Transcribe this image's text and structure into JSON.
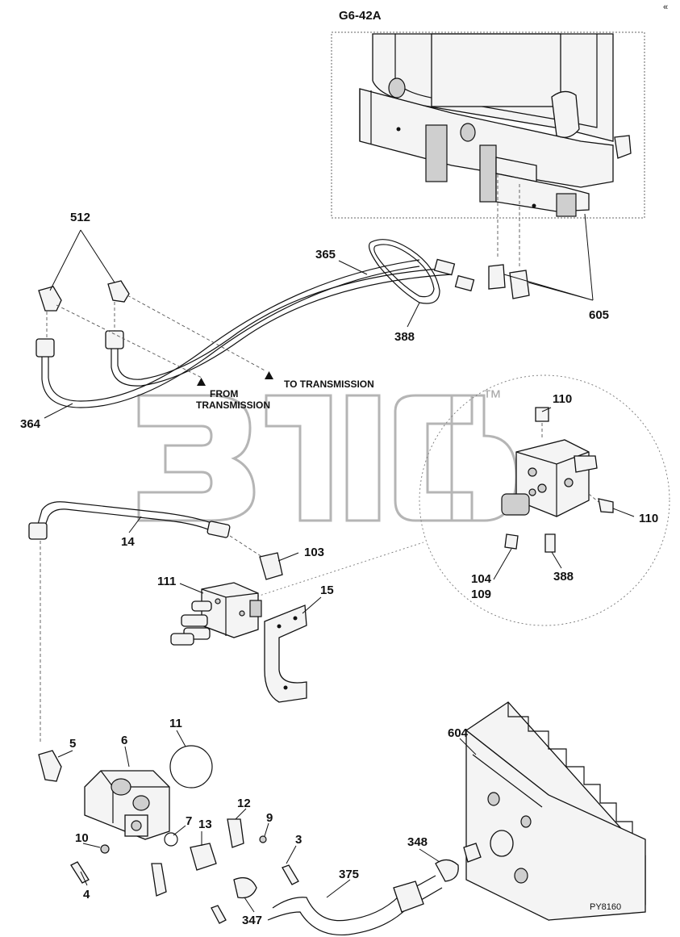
{
  "diagram": {
    "view_label": "G6-42A",
    "figure_code": "PY8160",
    "watermark_mark": "™",
    "arrows": {
      "from_line1": "FROM",
      "from_line2": "TRANSMISSION",
      "to": "TO TRANSMISSION"
    },
    "callouts": {
      "c512": "512",
      "c365": "365",
      "c388_top": "388",
      "c605": "605",
      "c364": "364",
      "c110_top": "110",
      "c110_right": "110",
      "c14": "14",
      "c103": "103",
      "c111": "111",
      "c15": "15",
      "c104": "104",
      "c109": "109",
      "c388_right": "388",
      "c11": "11",
      "c5": "5",
      "c6": "6",
      "c604": "604",
      "c7": "7",
      "c13": "13",
      "c12": "12",
      "c9": "9",
      "c3": "3",
      "c10": "10",
      "c4": "4",
      "c348": "348",
      "c375": "375",
      "c347": "347"
    }
  }
}
